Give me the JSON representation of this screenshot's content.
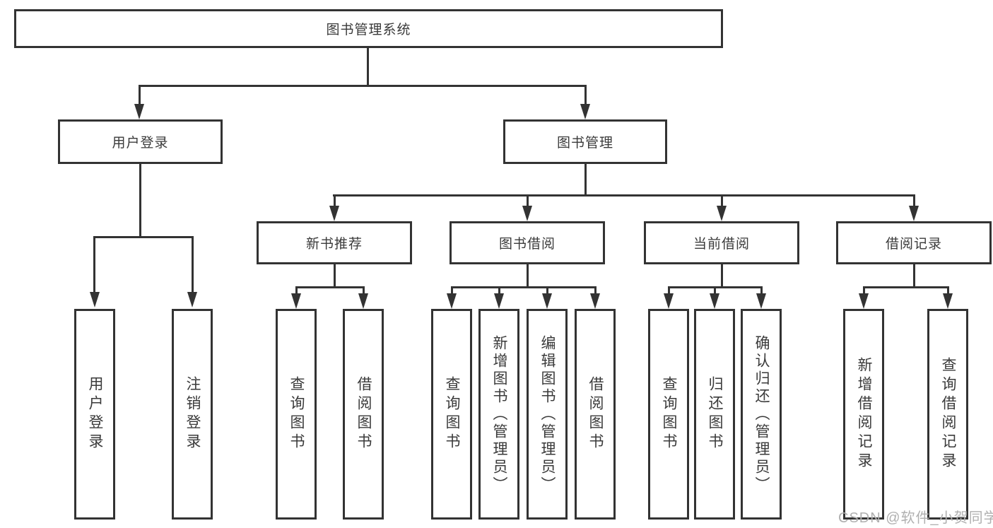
{
  "diagram_title": "图书管理系统",
  "colors": {
    "line": "#333333",
    "box_border": "#333333",
    "box_background": "#ffffff",
    "text": "#3a3a3a",
    "watermark": "#b0b0b0"
  },
  "nodes": {
    "root": {
      "label": "图书管理系统"
    },
    "user_login": {
      "label": "用户登录"
    },
    "book_mgmt": {
      "label": "图书管理"
    },
    "new_book_rec": {
      "label": "新书推荐"
    },
    "book_borrow": {
      "label": "图书借阅"
    },
    "current_borrow": {
      "label": "当前借阅"
    },
    "borrow_records": {
      "label": "借阅记录"
    }
  },
  "leaves": {
    "ul_login": {
      "label": "用户登录"
    },
    "ul_logout": {
      "label": "注销登录"
    },
    "nb_query": {
      "label": "查询图书"
    },
    "nb_borrow": {
      "label": "借阅图书"
    },
    "bb_query": {
      "label": "查询图书"
    },
    "bb_add": {
      "label": "新增图书（管理员）"
    },
    "bb_edit": {
      "label": "编辑图书（管理员）"
    },
    "bb_borrow": {
      "label": "借阅图书"
    },
    "cb_query": {
      "label": "查询图书"
    },
    "cb_return": {
      "label": "归还图书"
    },
    "cb_confirm": {
      "label": "确认归还（管理员）"
    },
    "br_add": {
      "label": "新增借阅记录"
    },
    "br_query": {
      "label": "查询借阅记录"
    }
  },
  "watermark": {
    "text": "CSDN @软件_小贺同学"
  }
}
